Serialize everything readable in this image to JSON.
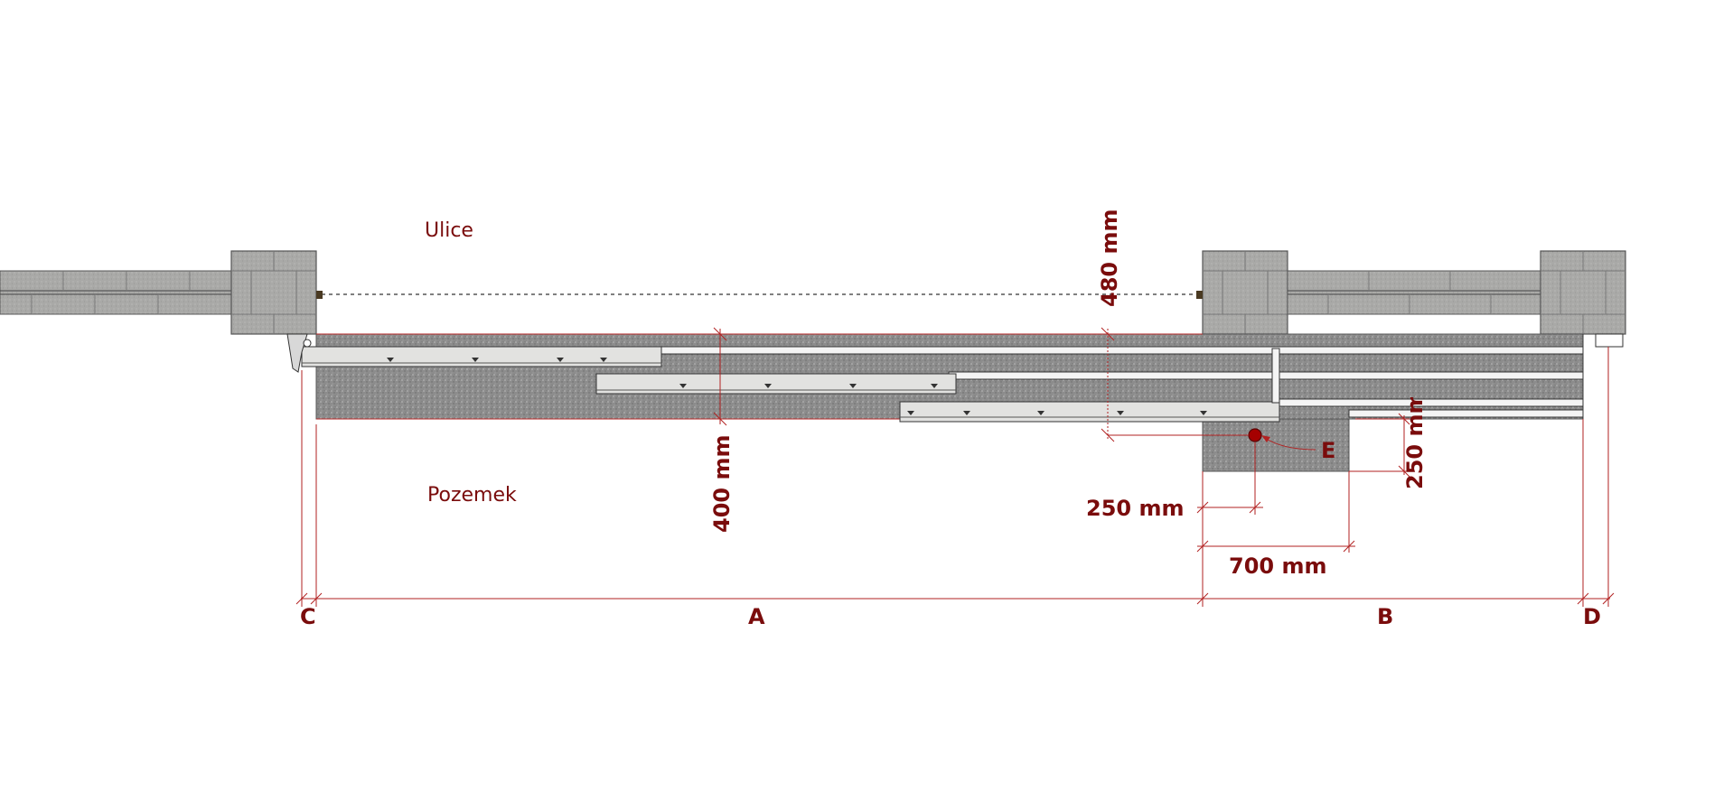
{
  "labels": {
    "street": "Ulice",
    "property": "Pozemek",
    "dim_480": "480 mm",
    "dim_400": "400 mm",
    "dim_250_horizontal": "250 mm",
    "dim_250_vertical": "250 mm",
    "dim_700": "700 mm",
    "letter_a": "A",
    "letter_b": "B",
    "letter_c": "C",
    "letter_d": "D",
    "letter_e": "E"
  },
  "colors": {
    "dimension": "#b22222",
    "label": "#7a0c0c",
    "concrete": "#8e8e8e",
    "pillar": "#a8a8a6",
    "gate_panel": "#e2e2e0",
    "motor": "#a50000"
  }
}
